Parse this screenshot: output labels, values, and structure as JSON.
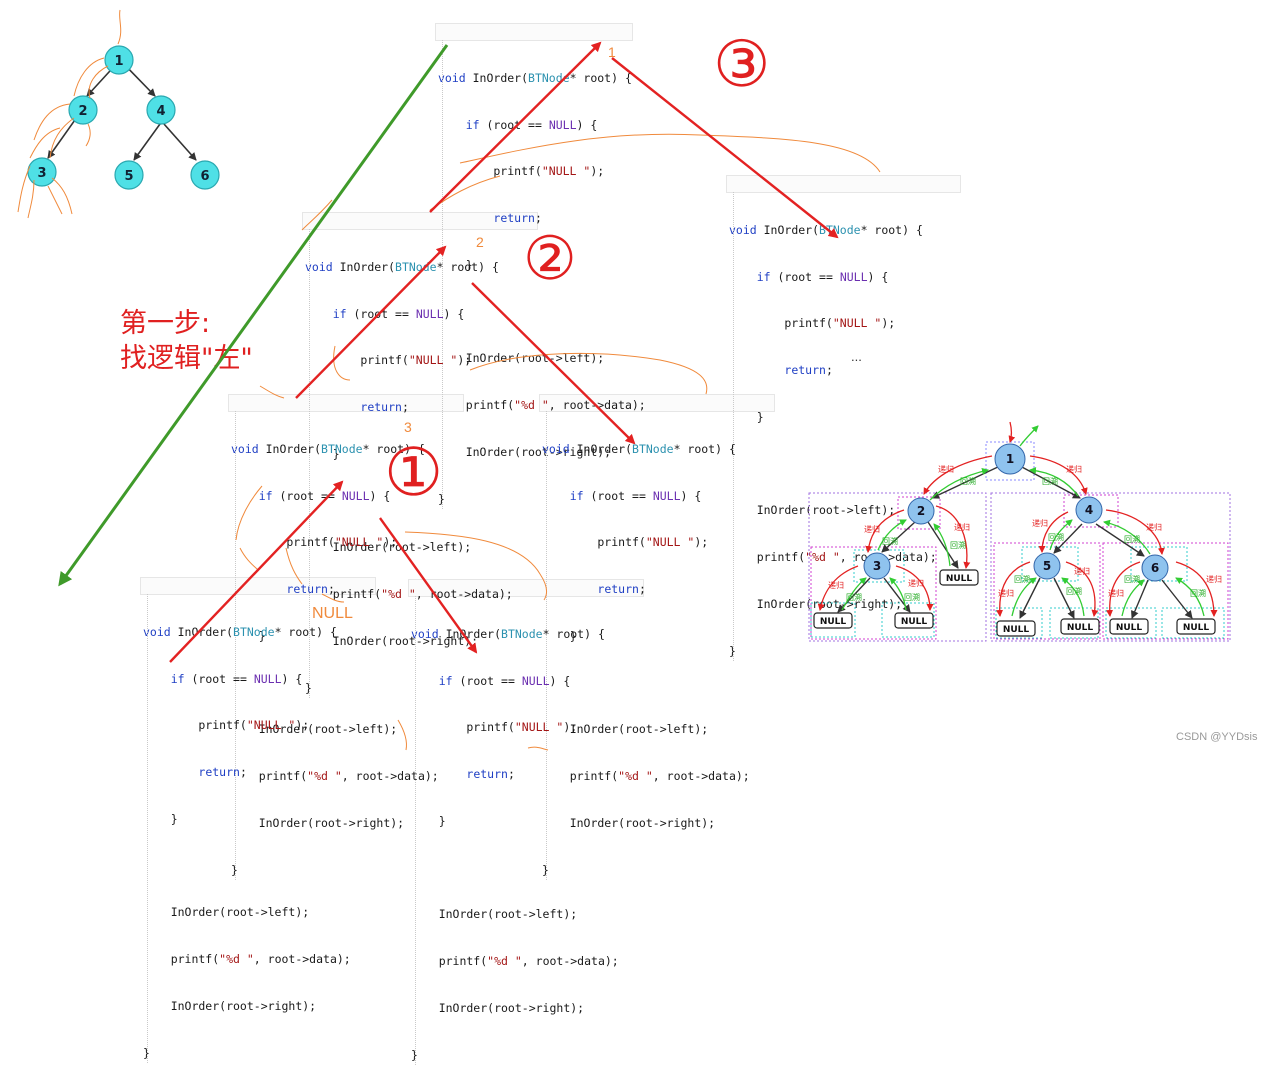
{
  "code_lines": [
    "void InOrder(BTNode* root) {",
    "    if (root == NULL) {",
    "        printf(\"NULL \");",
    "        return;",
    "    }",
    "",
    "    InOrder(root->left);",
    "    printf(\"%d \", root->data);",
    "    InOrder(root->right);",
    "}"
  ],
  "side_label": {
    "line1": "第一步:",
    "line2": "找逻辑\"左\""
  },
  "step_numbers": {
    "s1": "1",
    "s2": "2",
    "s3": "3"
  },
  "circled_steps": {
    "c1": "①",
    "c2": "②",
    "c3": "③"
  },
  "null_note": "NULL",
  "ellipsis": "...",
  "watermark": "CSDN @YYDsis",
  "left_tree": {
    "nodes": [
      "1",
      "2",
      "4",
      "3",
      "5",
      "6"
    ]
  },
  "right_tree": {
    "nodes": [
      "1",
      "2",
      "4",
      "3",
      "5",
      "6"
    ],
    "null_label": "NULL",
    "recurse_label": "递归",
    "return_label": "回溯"
  },
  "colors": {
    "red_arrow": "#e32222",
    "green_arrow": "#3f9a2a",
    "orange_scribble": "#f08a3c",
    "node_fill": "#4fe0e6",
    "node_fill_right": "#8fc3ee"
  }
}
